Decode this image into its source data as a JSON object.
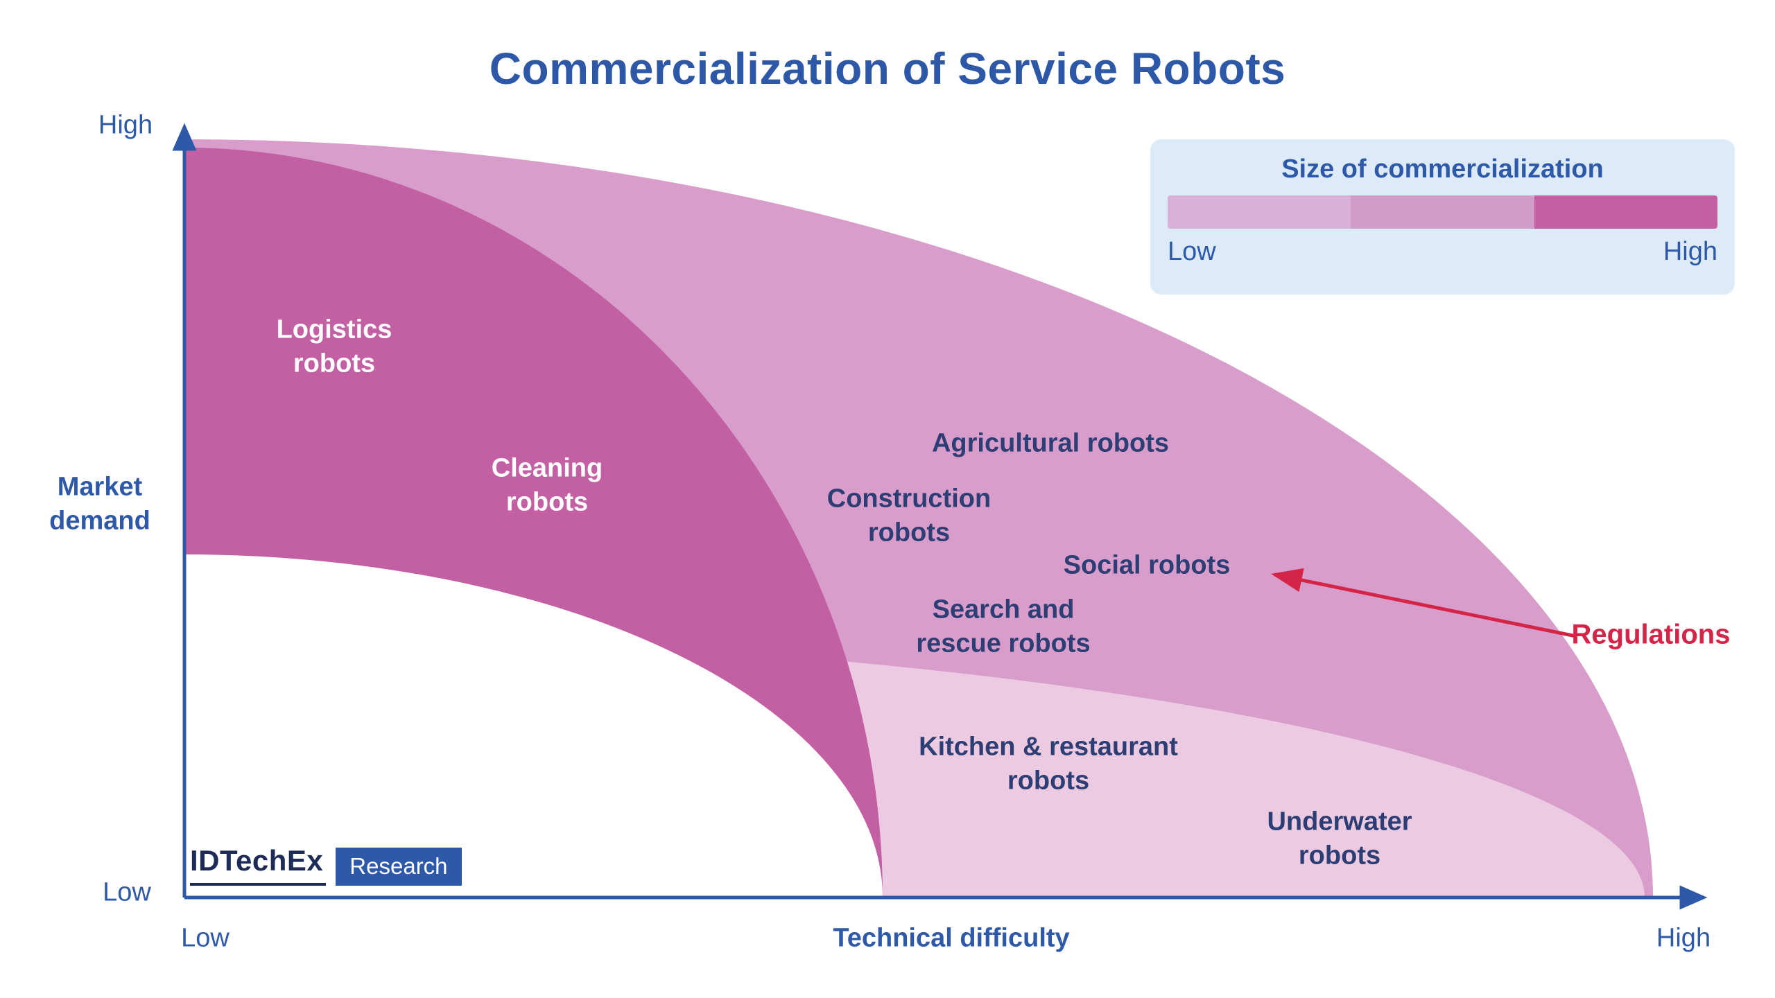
{
  "title": "Commercialization of Service Robots",
  "colors": {
    "accent_blue": "#2e59a8",
    "text_navy": "#2c3e73",
    "band_dark": "#c35fa3",
    "band_medium": "#d89dca",
    "band_light": "#eccae2",
    "legend_bg": "#ddeaf7",
    "legend_seg_low": "#d8b0d8",
    "legend_seg_mid": "#d29cc8",
    "legend_seg_high": "#c45fa4",
    "regulation_red": "#d42548",
    "white": "#ffffff"
  },
  "axes": {
    "y_title": "Market\ndemand",
    "y_high": "High",
    "y_low": "Low",
    "x_title": "Technical difficulty",
    "x_low": "Low",
    "x_high": "High"
  },
  "legend": {
    "title": "Size of commercialization",
    "low_label": "Low",
    "high_label": "High",
    "segments": [
      "#d8b0d8",
      "#d29cc8",
      "#c45fa4"
    ]
  },
  "labels": {
    "logistics": "Logistics\nrobots",
    "cleaning": "Cleaning\nrobots",
    "agricultural": "Agricultural robots",
    "construction": "Construction\nrobots",
    "social": "Social robots",
    "search_rescue": "Search and\nrescue robots",
    "kitchen": "Kitchen & restaurant\nrobots",
    "underwater": "Underwater\nrobots",
    "regulations": "Regulations"
  },
  "branding": {
    "name": "IDTechEx",
    "suffix": "Research"
  },
  "chart_data": {
    "type": "area",
    "title": "Commercialization of Service Robots",
    "xlabel": "Technical difficulty",
    "ylabel": "Market demand",
    "x_axis": {
      "min_label": "Low",
      "max_label": "High"
    },
    "y_axis": {
      "min_label": "Low",
      "max_label": "High"
    },
    "grid": false,
    "legend": {
      "title": "Size of commercialization",
      "scale_labels": [
        "Low",
        "High"
      ],
      "position": "top-right",
      "swatches": [
        "#d8b0d8",
        "#d29cc8",
        "#c45fa4"
      ]
    },
    "bands": [
      {
        "commercialization": "High",
        "color": "#c35fa3",
        "shape": "inner crescent sweeping from high-demand/low-difficulty toward mid-difficulty",
        "labels": [
          "Logistics robots",
          "Cleaning robots"
        ]
      },
      {
        "commercialization": "Medium",
        "color": "#d89dca",
        "shape": "middle crescent arcing from top-left to bottom-right",
        "labels": [
          "Agricultural robots",
          "Construction robots",
          "Social robots",
          "Search and rescue robots"
        ]
      },
      {
        "commercialization": "Low",
        "color": "#eccae2",
        "shape": "outer lower crescent at high difficulty / low demand",
        "labels": [
          "Kitchen & restaurant robots",
          "Underwater robots"
        ]
      }
    ],
    "points": [
      {
        "label": "Logistics robots",
        "technical_difficulty": 0.1,
        "market_demand": 0.7,
        "commercialization": "High"
      },
      {
        "label": "Cleaning robots",
        "technical_difficulty": 0.24,
        "market_demand": 0.52,
        "commercialization": "High"
      },
      {
        "label": "Agricultural robots",
        "technical_difficulty": 0.56,
        "market_demand": 0.58,
        "commercialization": "Medium"
      },
      {
        "label": "Construction robots",
        "technical_difficulty": 0.47,
        "market_demand": 0.48,
        "commercialization": "Medium"
      },
      {
        "label": "Social robots",
        "technical_difficulty": 0.63,
        "market_demand": 0.42,
        "commercialization": "Medium"
      },
      {
        "label": "Search and rescue robots",
        "technical_difficulty": 0.53,
        "market_demand": 0.34,
        "commercialization": "Medium"
      },
      {
        "label": "Kitchen & restaurant robots",
        "technical_difficulty": 0.56,
        "market_demand": 0.17,
        "commercialization": "Low"
      },
      {
        "label": "Underwater robots",
        "technical_difficulty": 0.75,
        "market_demand": 0.08,
        "commercialization": "Low"
      }
    ],
    "annotations": [
      {
        "text": "Regulations",
        "points_to": "Social robots",
        "color": "#d42548"
      }
    ],
    "branding": "IDTechEx Research"
  }
}
